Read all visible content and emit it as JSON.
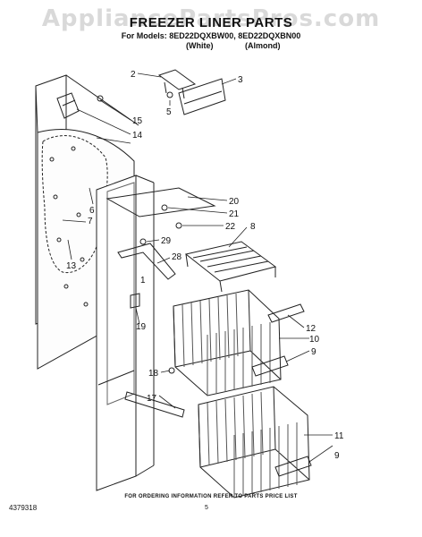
{
  "watermark": "AppliancePartsPros.com",
  "header": {
    "title": "FREEZER LINER PARTS",
    "models": "For Models: 8ED22DQXBW00, 8ED22DQXBN00",
    "variant_white": "(White)",
    "variant_almond": "(Almond)"
  },
  "callouts": [
    "1",
    "2",
    "3",
    "5",
    "6",
    "7",
    "8",
    "9",
    "9",
    "10",
    "11",
    "12",
    "13",
    "14",
    "15",
    "17",
    "18",
    "19",
    "20",
    "21",
    "22",
    "28",
    "29"
  ],
  "footer": {
    "ordering_note": "FOR ORDERING INFORMATION REFER TO PARTS PRICE LIST",
    "document_number": "4379318",
    "page_number": "5"
  }
}
